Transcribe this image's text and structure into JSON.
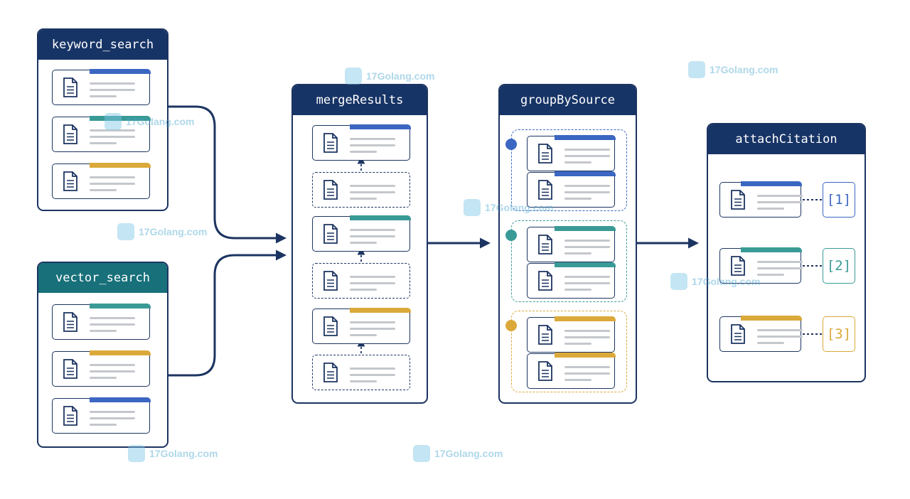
{
  "colors": {
    "navy": "#1c3461",
    "header_navy": "#173466",
    "header_teal": "#17707a",
    "blue": "#3b67c2",
    "teal": "#3a9a96",
    "gold": "#dba93a"
  },
  "panels": {
    "keyword_search": {
      "title": "keyword_search",
      "docs": [
        "blue",
        "teal",
        "gold"
      ]
    },
    "vector_search": {
      "title": "vector_search",
      "docs": [
        "teal",
        "gold",
        "blue"
      ]
    },
    "merge_results": {
      "title": "mergeResults",
      "docs": [
        "blue",
        "blue",
        "teal",
        "teal",
        "gold",
        "gold"
      ]
    },
    "group_by_source": {
      "title": "groupBySource",
      "groups": [
        "blue",
        "teal",
        "gold"
      ]
    },
    "attach_citation": {
      "title": "attachCitation",
      "citations": [
        {
          "label": "[1]",
          "color": "blue"
        },
        {
          "label": "[2]",
          "color": "teal"
        },
        {
          "label": "[3]",
          "color": "gold"
        }
      ]
    }
  },
  "watermark": {
    "text": "17Golang.com"
  }
}
